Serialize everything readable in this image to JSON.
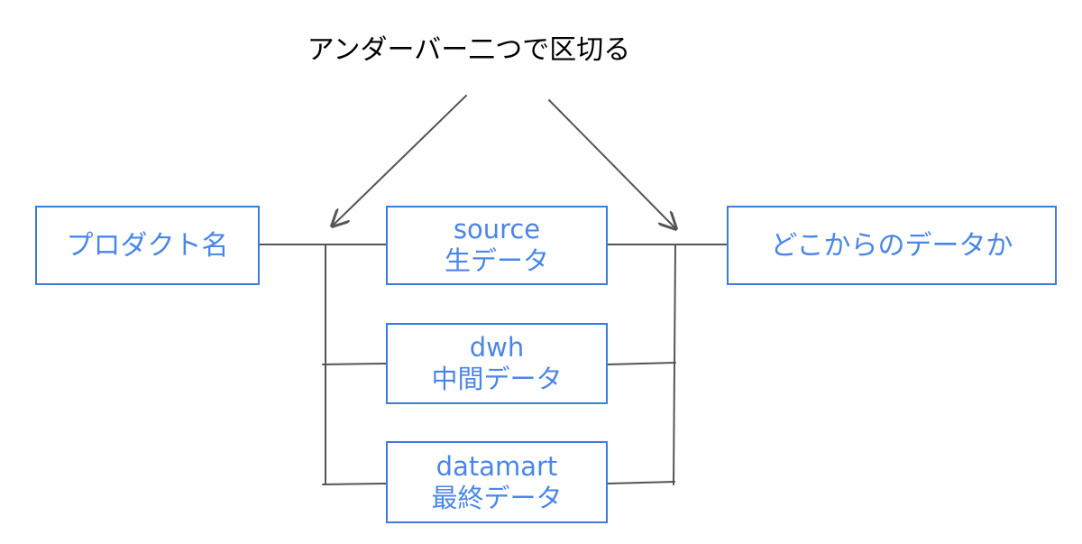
{
  "diagram": {
    "caption": "アンダーバー二つで区切る",
    "product_label": "プロダクト名",
    "origin_label": "どこからのデータか",
    "layers": [
      {
        "name": "source",
        "desc": "生データ"
      },
      {
        "name": "dwh",
        "desc": "中間データ"
      },
      {
        "name": "datamart",
        "desc": "最終データ"
      }
    ]
  },
  "colors": {
    "box_border": "#3c7bdf",
    "box_text": "#4a86e8",
    "connector": "#555555",
    "caption_text": "#000000"
  }
}
